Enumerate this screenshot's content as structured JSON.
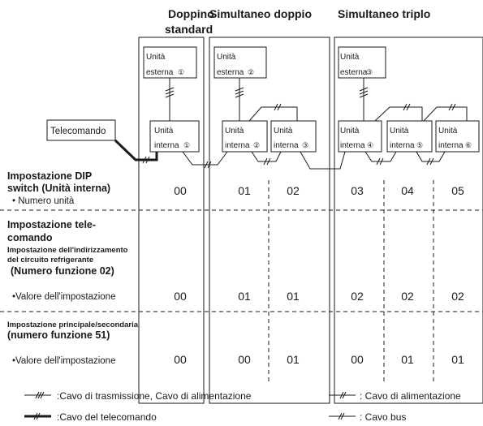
{
  "headers": {
    "col1_line1": "Doppino",
    "col1_line2": "standard",
    "col2": "Simultaneo doppio",
    "col3": "Simultaneo triplo"
  },
  "remote": {
    "label": "Telecomando"
  },
  "outdoor_units": [
    {
      "line1": "Unità",
      "line2": "esterna",
      "num": "①"
    },
    {
      "line1": "Unità",
      "line2": "esterna",
      "num": "②"
    },
    {
      "line1": "Unità",
      "line2": "esterna",
      "num": "③"
    }
  ],
  "indoor_units": [
    {
      "line1": "Unità",
      "line2": "interna",
      "num": "①"
    },
    {
      "line1": "Unità",
      "line2": "interna",
      "num": "②"
    },
    {
      "line1": "Unità",
      "line2": "interna",
      "num": "③"
    },
    {
      "line1": "Unità",
      "line2": "interna",
      "num": "④"
    },
    {
      "line1": "Unità",
      "line2": "interna",
      "num": "⑤"
    },
    {
      "line1": "Unità",
      "line2": "interna",
      "num": "⑥"
    }
  ],
  "rows": {
    "dip": {
      "title_line1": "Impostazione DIP",
      "title_line2": "switch (Unità interna)",
      "sub": "• Numero unità",
      "values": [
        "00",
        "01",
        "02",
        "03",
        "04",
        "05"
      ]
    },
    "remote_setting": {
      "title_line1": "Impostazione tele-",
      "title_line2": "comando",
      "sub_line1": "Impostazione dell'indirizzamento",
      "sub_line2": "del circuito refrigerante",
      "sub_line3": "(Numero funzione 02)",
      "value_label": "•Valore dell'impostazione",
      "values": [
        "00",
        "01",
        "01",
        "02",
        "02",
        "02"
      ]
    },
    "main_sub": {
      "title_line1": "Impostazione principale/secondaria",
      "title_line2": "(numero funzione 51)",
      "value_label": "•Valore dell'impostazione",
      "values": [
        "00",
        "00",
        "01",
        "00",
        "01",
        "01"
      ]
    }
  },
  "legend": {
    "transmission_power": ":Cavo di trasmissione, Cavo di alimentazione",
    "power": ": Cavo di alimentazione",
    "remote_cable": ":Cavo del telecomando",
    "bus_cable": ": Cavo bus"
  }
}
